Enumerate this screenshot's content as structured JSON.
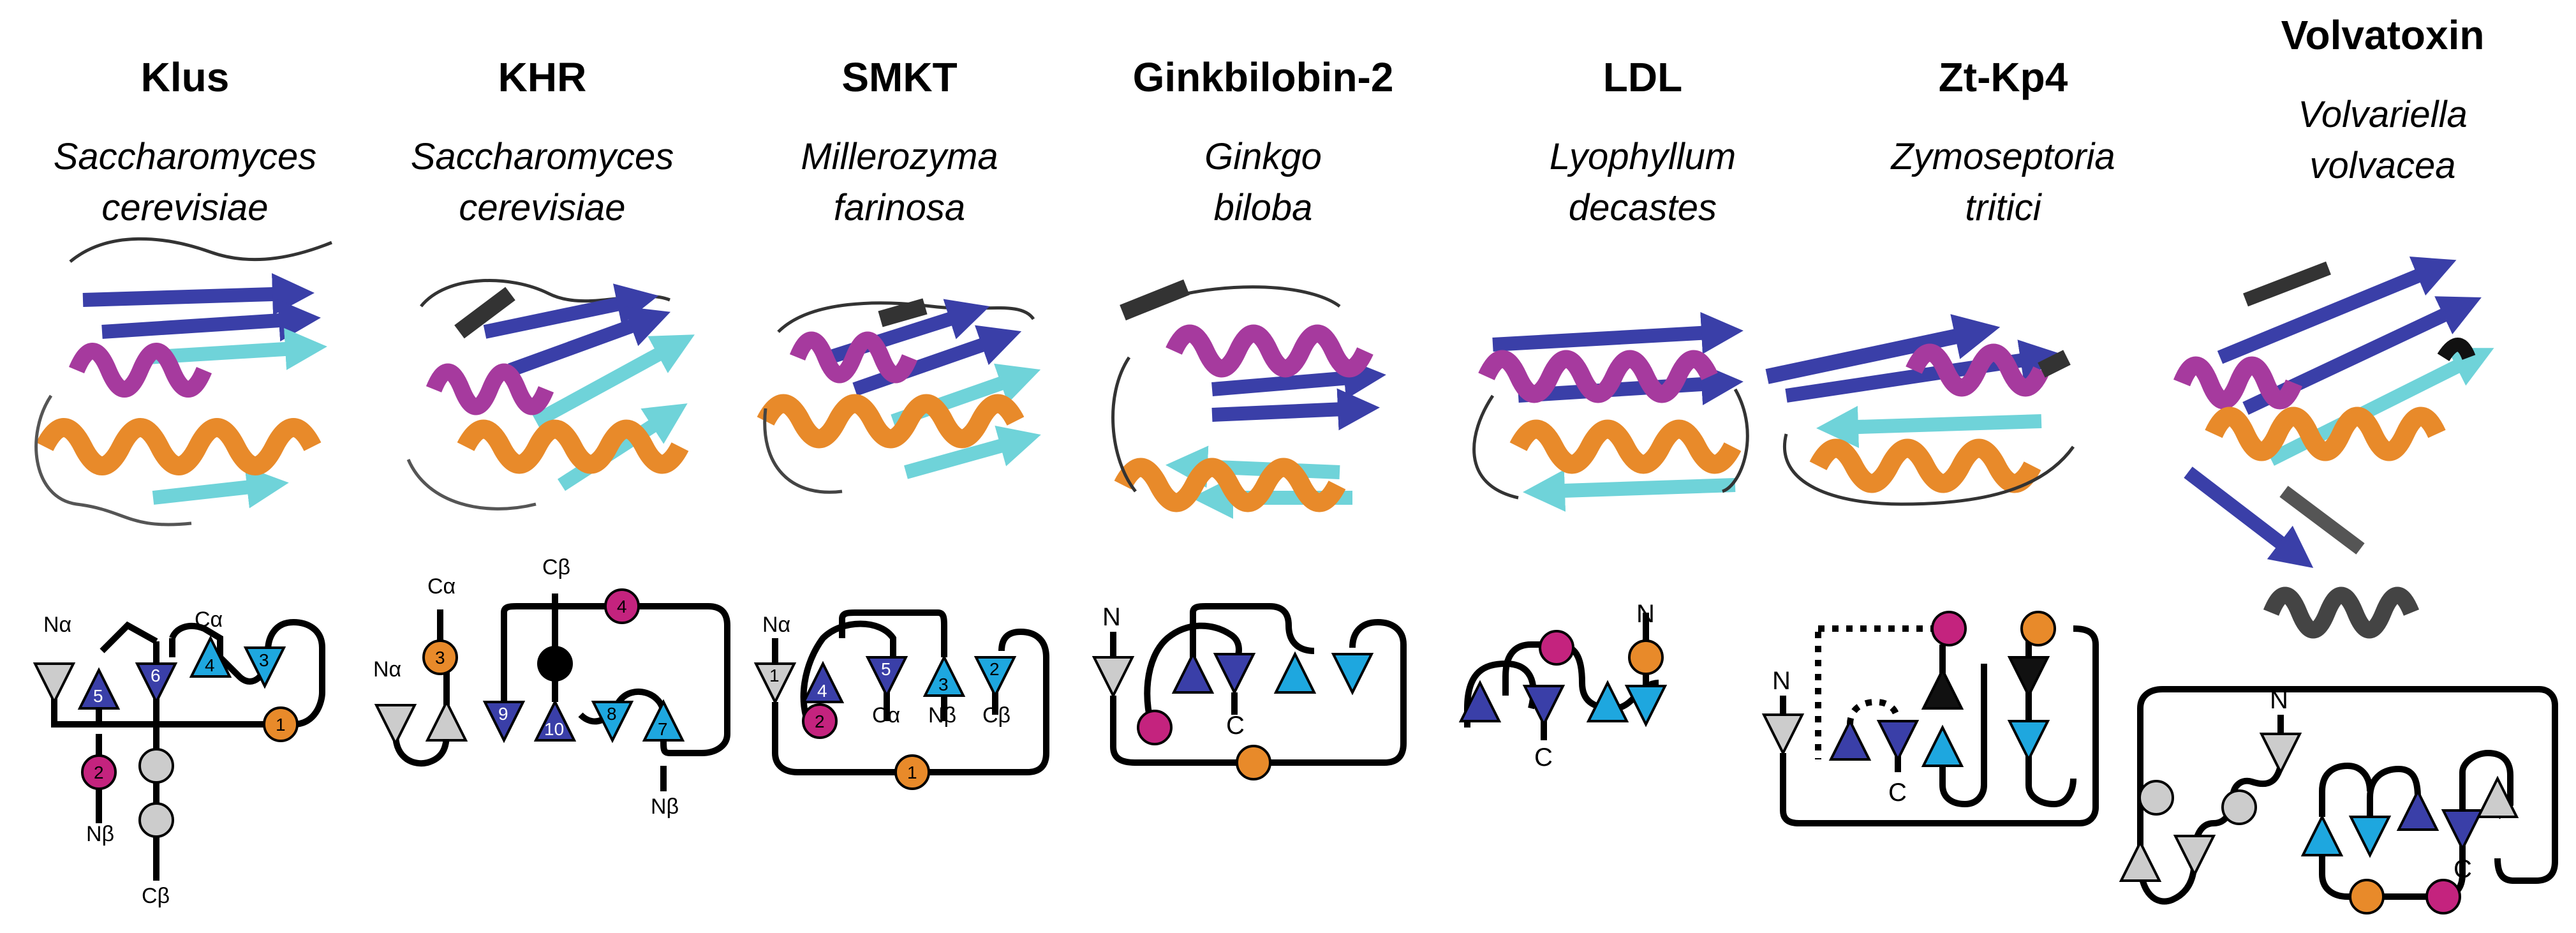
{
  "colors": {
    "helix1": "#e88a2a",
    "helix2": "#a63a9e",
    "strand_dark": "#3a3fa8",
    "strand_light": "#1ea7df",
    "strand_cyan": "#6fd3d9",
    "grey": "#cccccc",
    "magenta_circle": "#c4237e",
    "black": "#000000"
  },
  "proteins": [
    {
      "name": "Klus",
      "species_line1": "Saccharomyces",
      "species_line2": "cerevisiae"
    },
    {
      "name": "KHR",
      "species_line1": "Saccharomyces",
      "species_line2": "cerevisiae"
    },
    {
      "name": "SMKT",
      "species_line1": "Millerozyma",
      "species_line2": "farinosa"
    },
    {
      "name": "Ginkbilobin-2",
      "species_line1": "Ginkgo",
      "species_line2": "biloba"
    },
    {
      "name": "LDL",
      "species_line1": "Lyophyllum",
      "species_line2": "decastes"
    },
    {
      "name": "Zt-Kp4",
      "species_line1": "Zymoseptoria",
      "species_line2": "tritici"
    },
    {
      "name": "Volvatoxin",
      "species_line1": "Volvariella",
      "species_line2": "volvacea"
    }
  ],
  "topology_labels": {
    "klus": {
      "n_alpha": "Nα",
      "c_alpha": "Cα",
      "n_beta": "Nβ",
      "c_beta": "Cβ",
      "s5": "5",
      "s6": "6",
      "s4": "4",
      "s3": "3",
      "h1": "1",
      "h2": "2"
    },
    "khr": {
      "c_alpha": "Cα",
      "n_alpha": "Nα",
      "c_beta": "Cβ",
      "n_beta": "Nβ",
      "h3": "3",
      "h4": "4",
      "s9": "9",
      "s10": "10",
      "s8": "8",
      "s7": "7"
    },
    "smkt": {
      "n_alpha": "Nα",
      "s1": "1",
      "s4": "4",
      "s5": "5",
      "s3": "3",
      "s2": "2",
      "c_alpha": "Cα",
      "n_beta": "Nβ",
      "c_beta": "Cβ",
      "h2": "2",
      "h1": "1"
    },
    "gink": {
      "n": "N",
      "c": "C"
    },
    "ldl": {
      "n": "N",
      "c": "C"
    },
    "ztkp4": {
      "n": "N",
      "c": "C"
    },
    "volv": {
      "n": "N",
      "c": "C"
    }
  }
}
